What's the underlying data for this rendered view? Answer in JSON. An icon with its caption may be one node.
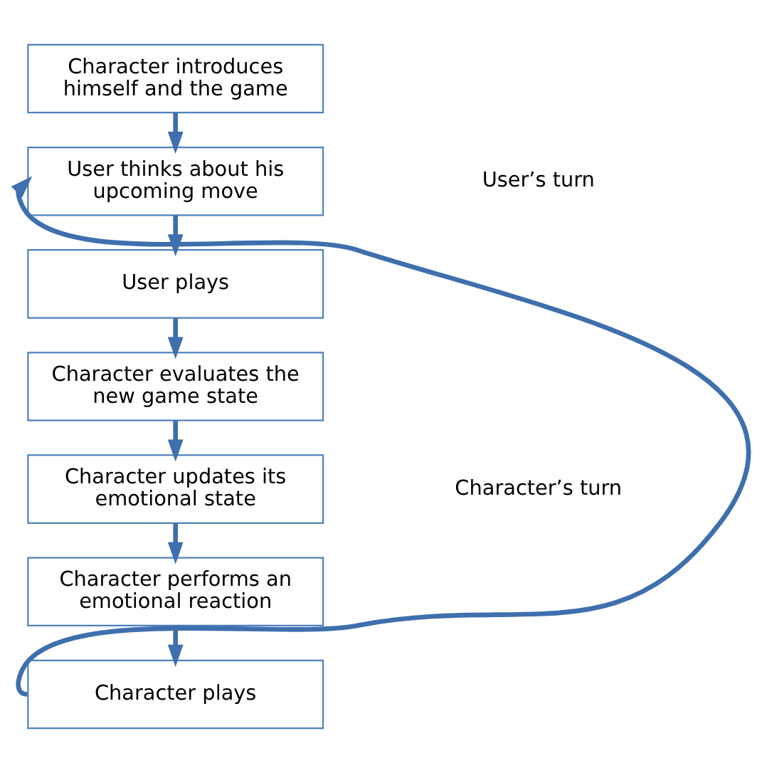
{
  "diagram": {
    "nodes": [
      {
        "text": [
          "Character introduces himself and the game"
        ]
      },
      {
        "text": [
          "User thinks about his upcoming move"
        ]
      },
      {
        "text": [
          "User plays"
        ]
      },
      {
        "text": [
          "Character evaluates the new game state"
        ]
      },
      {
        "text": [
          "Character updates its emotional state"
        ]
      },
      {
        "text": [
          "Character performs an emotional reaction"
        ]
      },
      {
        "text": [
          "Character plays"
        ]
      }
    ],
    "edges": [
      {
        "from": 0,
        "to": 1,
        "arrow": "to"
      },
      {
        "from": 1,
        "to": 2,
        "arrow": "to"
      },
      {
        "from": 2,
        "to": 3,
        "arrow": "to"
      },
      {
        "from": 3,
        "to": 4,
        "arrow": "to"
      },
      {
        "from": 4,
        "to": 5,
        "arrow": "to"
      },
      {
        "from": 5,
        "to": 6,
        "arrow": "to"
      },
      {
        "from": 6,
        "to": 1,
        "arrow": "to"
      }
    ],
    "labels": [
      "User’s turn",
      "Character’s turn"
    ]
  }
}
